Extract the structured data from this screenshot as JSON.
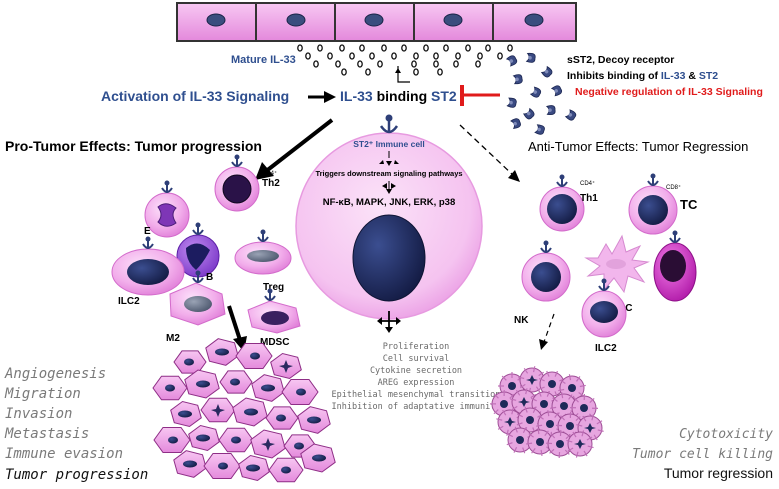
{
  "colors": {
    "blue_text": "#2F4F8F",
    "red_text": "#E01B1B",
    "cell_pink": "#F4B4EE",
    "cell_pink_dark": "#E070D8",
    "nucleus": "#1E2A5A",
    "receptor": "#2E3F78",
    "grey_text": "#777777"
  },
  "top": {
    "mature_label": "Mature IL-33",
    "activation_label": "Activation of IL-33 Signaling",
    "binding_prefix": "IL-33",
    "binding_middle": " binding ",
    "binding_suffix": "ST2"
  },
  "decoy": {
    "line1": "sST2, Decoy receptor",
    "line2_prefix": "Inhibits binding  of ",
    "line2_il33": "IL-33",
    "line2_and": " & ",
    "line2_st2": "ST2",
    "line3": "Negative regulation of IL-33 Signaling"
  },
  "center": {
    "cell_label": "ST2⁺ Immune cell",
    "triggers": "Triggers downstream signaling pathways",
    "pathways": "NF-κB, MAPK, JNK, ERK, p38",
    "outcomes": [
      "Proliferation",
      "Cell survival",
      "Cytokine secretion",
      "AREG expression",
      "Epithelial mesenchymal transition",
      "Inhibition of adaptative immunity"
    ]
  },
  "pro": {
    "heading": "Pro-Tumor Effects: Tumor progression",
    "cells": {
      "e": "E",
      "b": "B",
      "ilc2": "ILC2",
      "th2": "Th2",
      "th2_sup": "CD4⁺",
      "treg": "Treg",
      "m2": "M2",
      "mdsc": "MDSC"
    },
    "effects": [
      "Angiogenesis",
      "Migration",
      "Invasion",
      "Metastasis",
      "Immune evasion",
      "Tumor progression"
    ]
  },
  "anti": {
    "heading": "Anti-Tumor Effects: Tumor Regression",
    "cells": {
      "th1": "Th1",
      "th1_sup": "CD4⁺",
      "tc": "TC",
      "tc_sup": "CD8⁺",
      "dc": "DC",
      "nk": "NK",
      "ilc2": "ILC2"
    },
    "effects": [
      "Cytotoxicity",
      "Tumor cell killing",
      "Tumor regression"
    ]
  }
}
